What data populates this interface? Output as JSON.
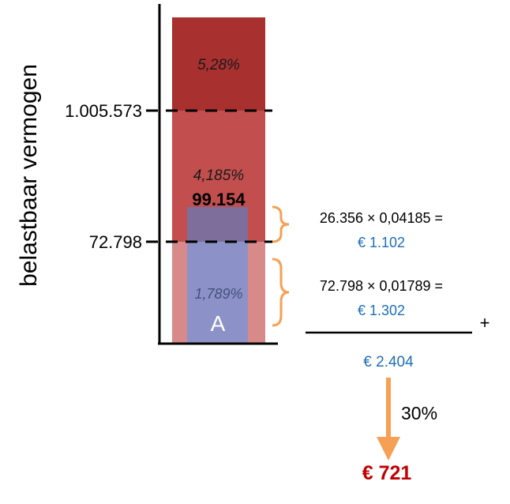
{
  "axis": {
    "ylabel": "belastbaar vermogen",
    "tick_top": "1.005.573",
    "tick_bottom": "72.798"
  },
  "bar": {
    "rate_top": "5,28%",
    "rate_middle": "4,185%",
    "rate_bottom": "1,789%",
    "value_marker": "99.154",
    "label": "A"
  },
  "calc": {
    "line1_formula": "26.356 × 0,04185 =",
    "line1_result": "€ 1.102",
    "line2_formula": "72.798 × 0,01789 =",
    "line2_result": "€ 1.302",
    "plus": "+",
    "sum": "€ 2.404",
    "percentage": "30%",
    "final": "€ 721"
  },
  "colors": {
    "band_top": "#A8302F",
    "band_middle": "#C24E4E",
    "band_bottom": "#D88A8A",
    "overlay_blue": "#8C92C8",
    "brace_orange": "#F6A055",
    "result_blue": "#1F6EB6",
    "final_red": "#C00000"
  }
}
